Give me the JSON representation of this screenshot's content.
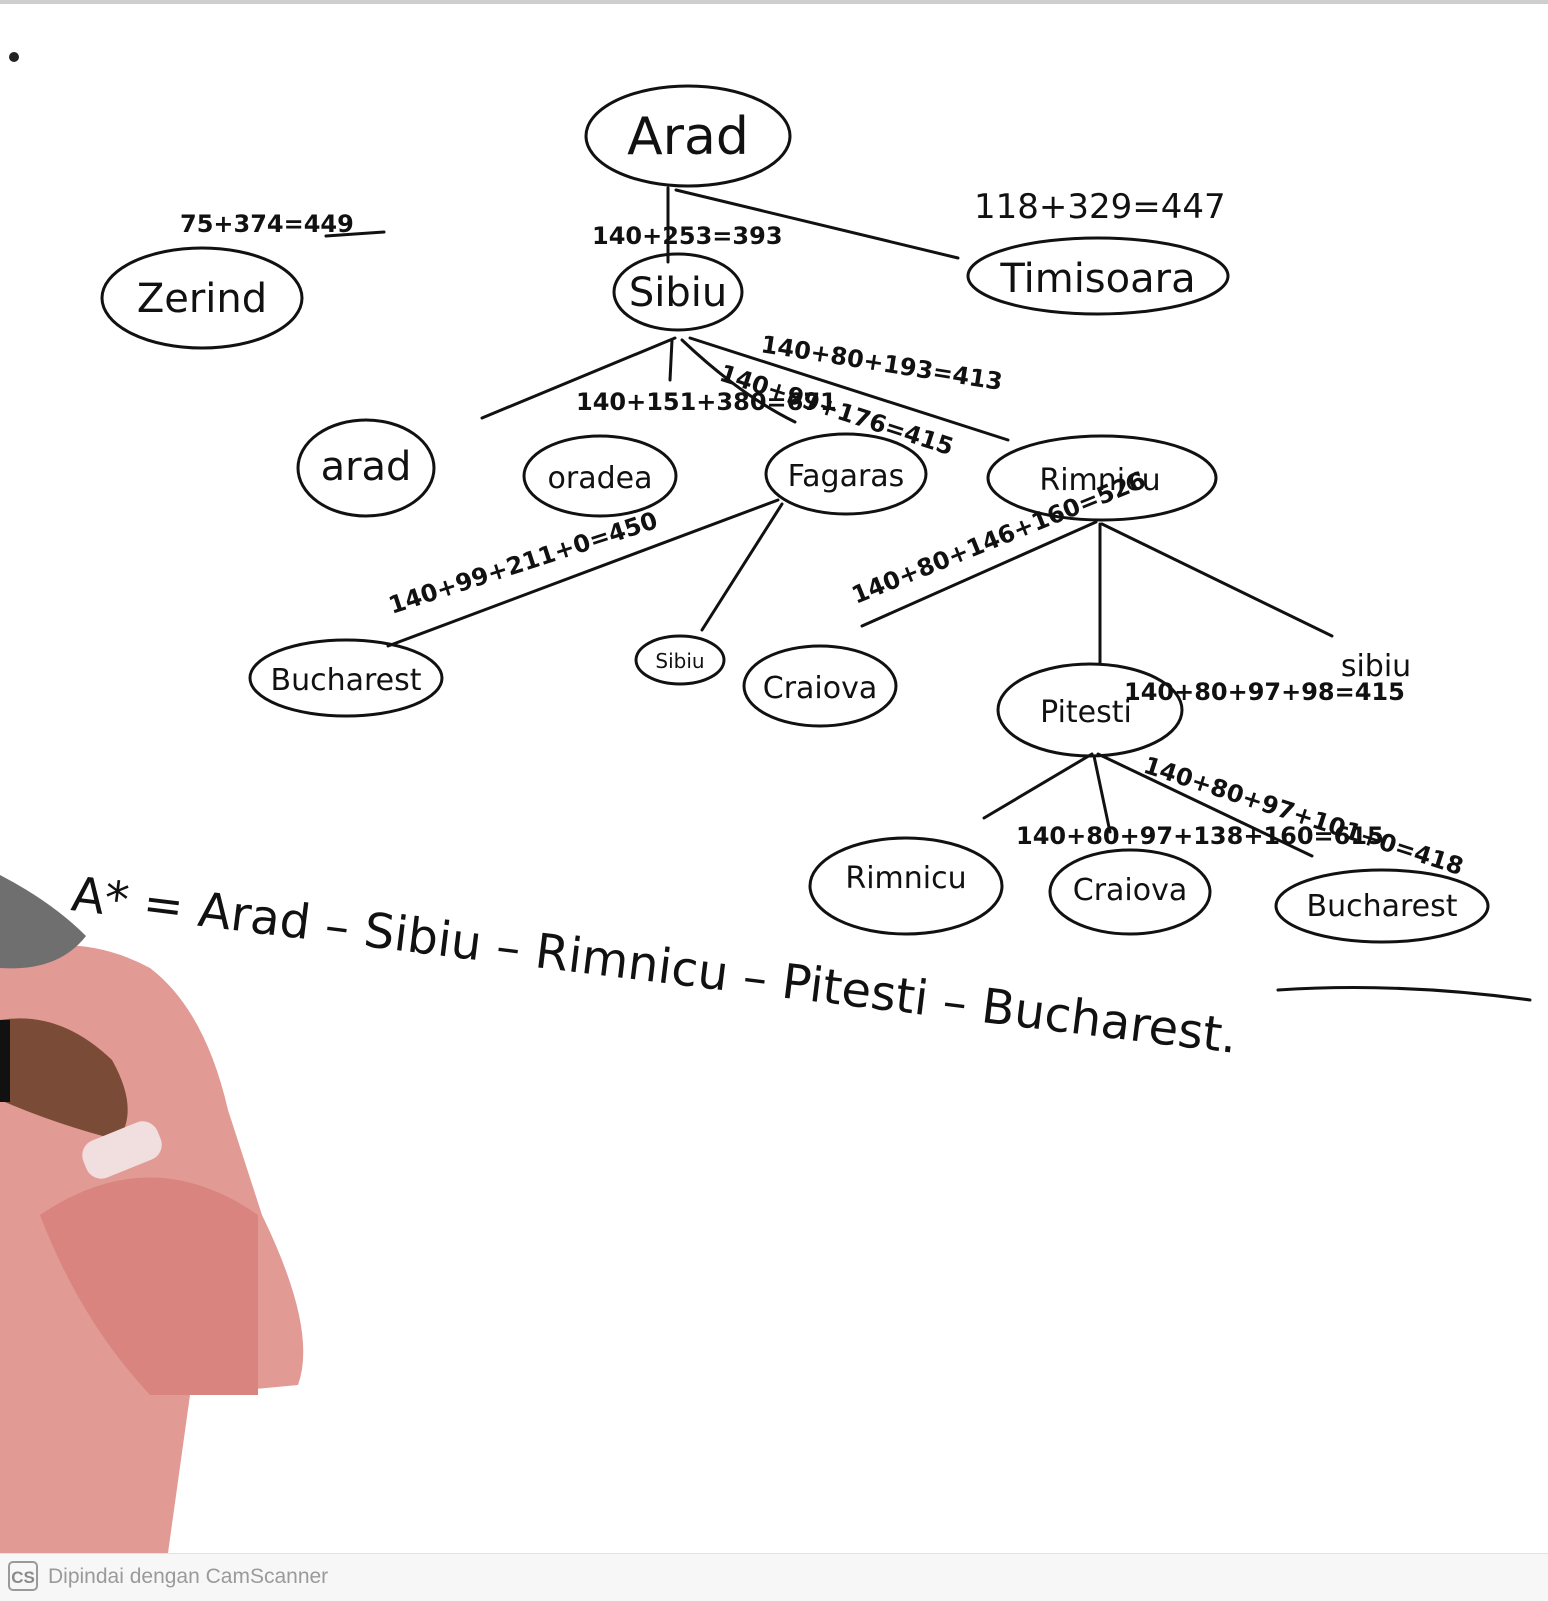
{
  "nodes": {
    "arad_root": "Arad",
    "zerind": "Zerind",
    "sibiu": "Sibiu",
    "timisoara": "Timisoara",
    "arad_leaf": "arad",
    "oradea": "oradea",
    "fagaras": "Fagaras",
    "rimnicu": "Rimnicu",
    "bucharest_1": "Bucharest",
    "sibiu_small": "Sibiu",
    "craiova_1": "Craiova",
    "pitesti": "Pitesti",
    "sibiu_right": "sibiu",
    "rimnicu_2": "Rimnicu",
    "craiova_2": "Craiova",
    "bucharest_2": "Bucharest"
  },
  "calcs": {
    "zerind": "75+374=449",
    "sibiu": "140+253=393",
    "timisoara": "118+329=447",
    "oradea": "140+151+380=671",
    "fagaras": "140+99+176=415",
    "rimnicu": "140+80+193=413",
    "bucharest_1": "140+99+211+0=450",
    "craiova_1": "140+80+146+160=526",
    "pitesti": "140+80+97+98=415",
    "craiova_2": "140+80+97+138+160=615",
    "bucharest_2": "140+80+97+101+0=418"
  },
  "answer": "A* = Arad – Sibiu – Rimnicu – Pitesti – Bucharest.",
  "footer": {
    "logo": "CS",
    "text": "Dipindai dengan CamScanner"
  }
}
